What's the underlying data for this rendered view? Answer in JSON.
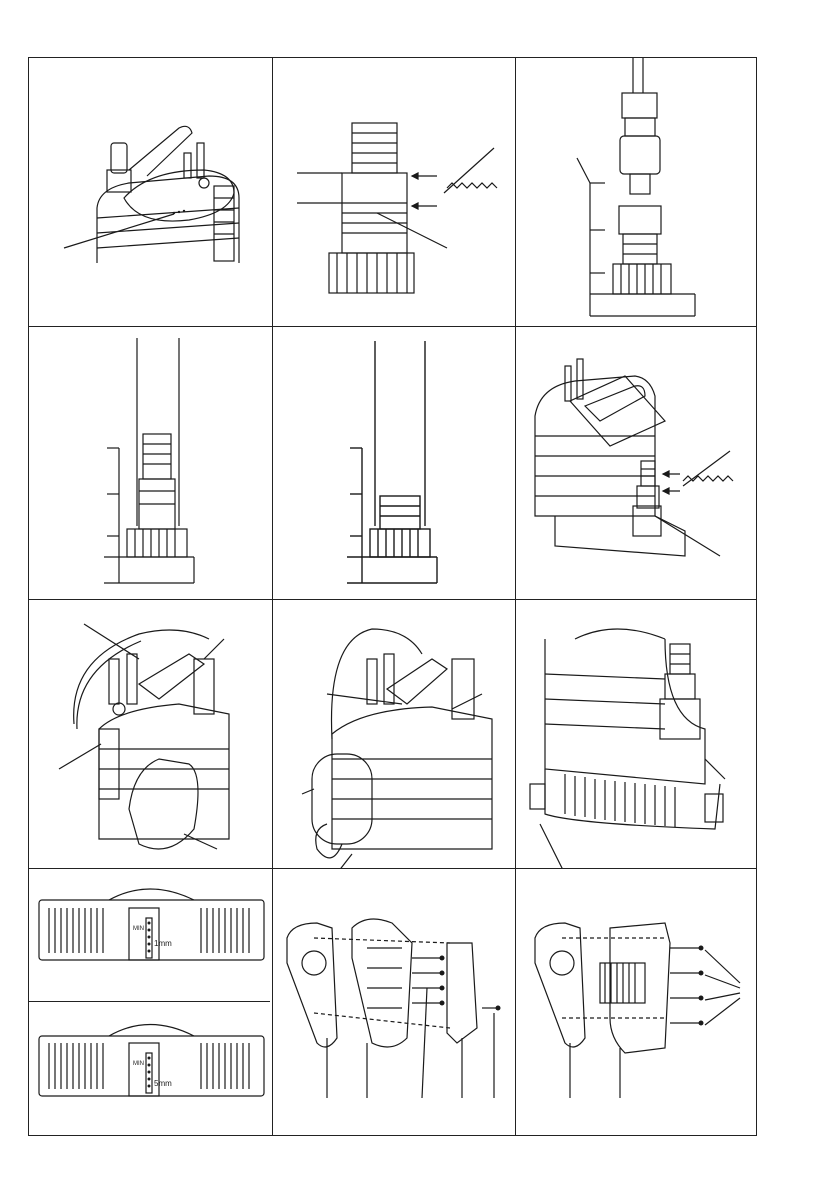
{
  "document": {
    "type": "pump-assembly-illustration-sheet"
  },
  "labels": {
    "filter_min_1": "MIN",
    "filter_size_1": "1mm",
    "filter_min_2": "MIN",
    "filter_size_2": "5mm"
  },
  "colors": {
    "line": "#1a1a1a",
    "frame": "#222222",
    "background": "#ffffff"
  },
  "icons": [
    "pump-body-icon",
    "hose-adapter-icon",
    "saw-cut-icon",
    "tube-stand-icon",
    "float-switch-icon",
    "filter-base-icon",
    "impeller-housing-icon",
    "screw-icon"
  ]
}
